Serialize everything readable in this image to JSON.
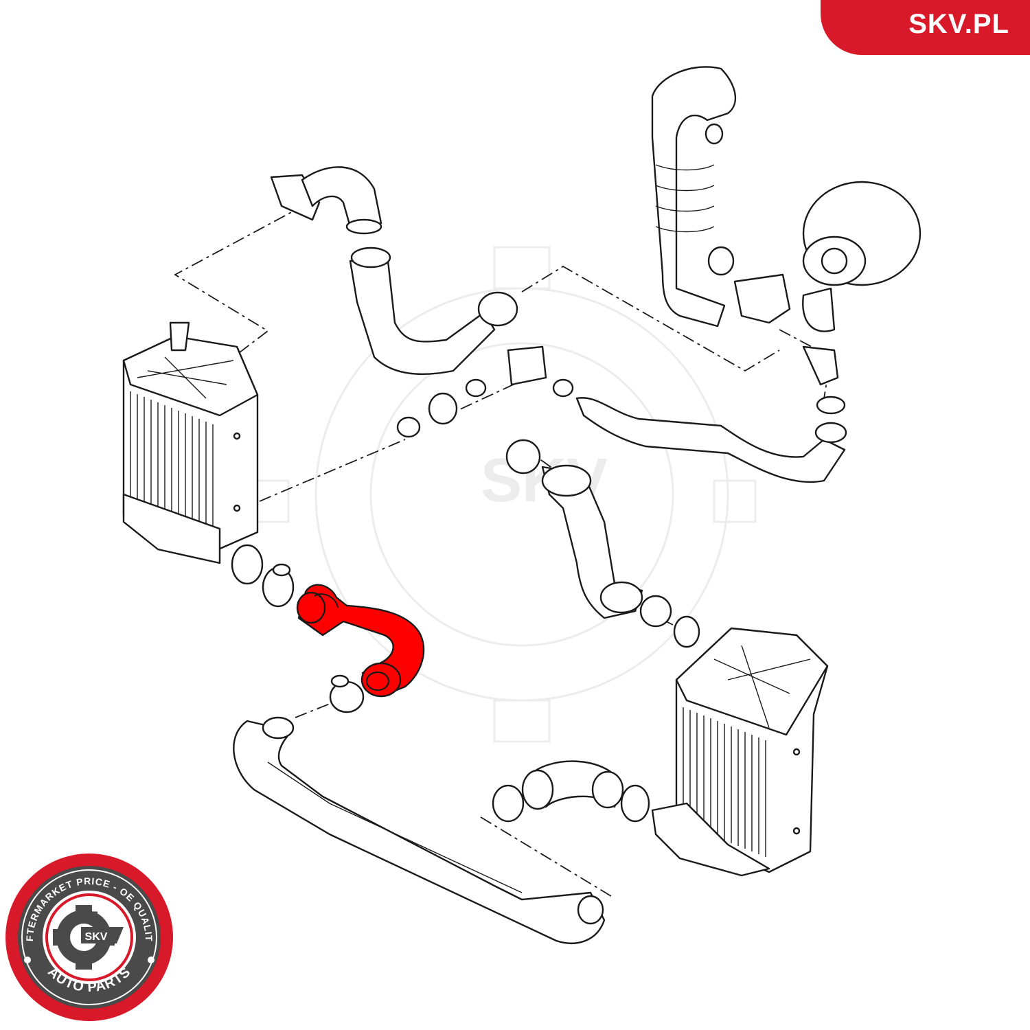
{
  "brand": {
    "site": "SKV.PL",
    "accent_color": "#d7192a",
    "highlight_color": "#ff0000"
  },
  "seal": {
    "top_text": "AFTERMARKET PRICE - OE QUALITY",
    "bottom_text": "AUTO PARTS",
    "badge": "SKV",
    "icon": "gear-logo-icon"
  },
  "watermark": {
    "text": "SKV"
  },
  "diagram": {
    "highlighted_part": "charge-air-hose"
  }
}
